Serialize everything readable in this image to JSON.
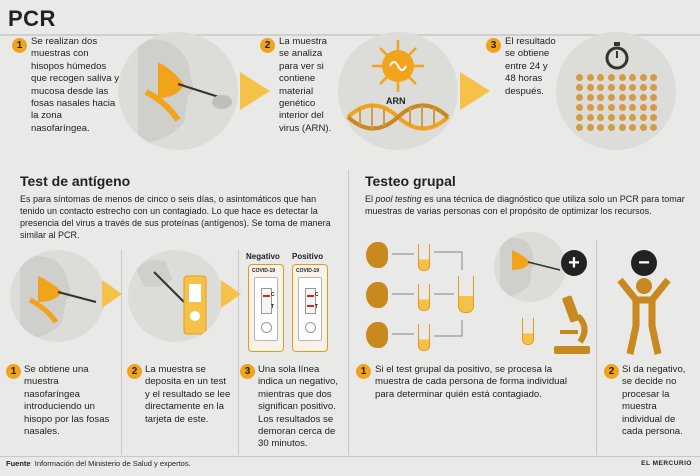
{
  "title": "PCR",
  "pcr": {
    "steps": [
      {
        "n": "1",
        "text": "Se realizan dos muestras con hisopos húmedos que recogen saliva y mucosa desde las fosas nasales hacia la zona nasofaríngea."
      },
      {
        "n": "2",
        "text": "La muestra se analiza para ver si contiene material genético interior del virus (ARN)."
      },
      {
        "n": "3",
        "text": "El resultado se obtiene entre 24 y 48 horas después."
      }
    ],
    "rna_label": "ARN"
  },
  "antigen": {
    "heading": "Test de antígeno",
    "intro": "Es para síntomas de menos de cinco o seis días, o asintomáticos que han tenido un contacto estrecho con un contagiado. Lo que hace es detectar la presencia del virus a través de sus proteínas (antígenos). Se toma de manera similar al PCR.",
    "negative_label": "Negativo",
    "positive_label": "Positivo",
    "device_label": "COVID-19",
    "c_label": "C",
    "t_label": "T",
    "steps": [
      {
        "n": "1",
        "text": "Se obtiene una muestra nasofaríngea introduciendo un hisopo por las fosas nasales."
      },
      {
        "n": "2",
        "text": "La muestra se deposita en un test y el resultado se lee directamente en la tarjeta de este."
      },
      {
        "n": "3",
        "text": "Una sola línea indica un negativo, mientras que dos significan positivo. Los resultados se demoran cerca de 30 minutos."
      }
    ]
  },
  "group": {
    "heading": "Testeo grupal",
    "intro_prefix": "El ",
    "intro_em": "pool testing",
    "intro_suffix": " es una técnica de diagnóstico que utiliza solo un PCR para tomar muestras de varias personas con el propósito de optimizar los recursos.",
    "steps": [
      {
        "n": "1",
        "text": "Si el test grupal da positivo, se procesa la muestra de cada persona de forma individual para determinar quién está contagiado."
      },
      {
        "n": "2",
        "text": "Si da negativo, se decide no procesar la muestra individual de cada persona."
      }
    ],
    "plus": "+",
    "minus": "−"
  },
  "footer": {
    "label": "Fuente",
    "text": "Información del Ministerio de Salud y expertos.",
    "brand": "EL MERCURIO"
  },
  "colors": {
    "accent": "#f1a31b",
    "light": "#f5c148",
    "dark": "#c8891e"
  }
}
